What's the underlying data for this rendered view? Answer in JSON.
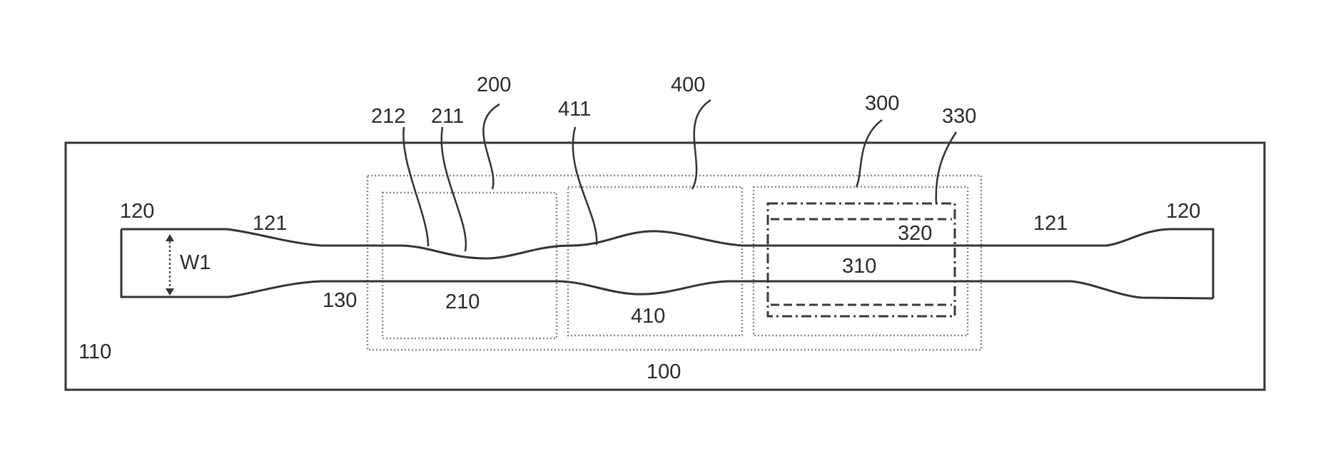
{
  "labels": {
    "substrate": "110",
    "device": "100",
    "waveguide_end_left": "120",
    "waveguide_end_right": "120",
    "taper_left": "121",
    "taper_right": "121",
    "waveguide_bottom": "130",
    "width": "W1",
    "section_200": "200",
    "section_200_wg_a": "211",
    "section_200_wg_b": "212",
    "section_200_region": "210",
    "section_400": "400",
    "section_400_wg": "411",
    "section_400_region": "410",
    "section_300": "300",
    "section_300_inner": "330",
    "section_300_upper": "320",
    "section_300_region": "310"
  },
  "colors": {
    "line": "#333333",
    "dotted": "#8a8a8a",
    "dashed": "#3a3a3a"
  }
}
